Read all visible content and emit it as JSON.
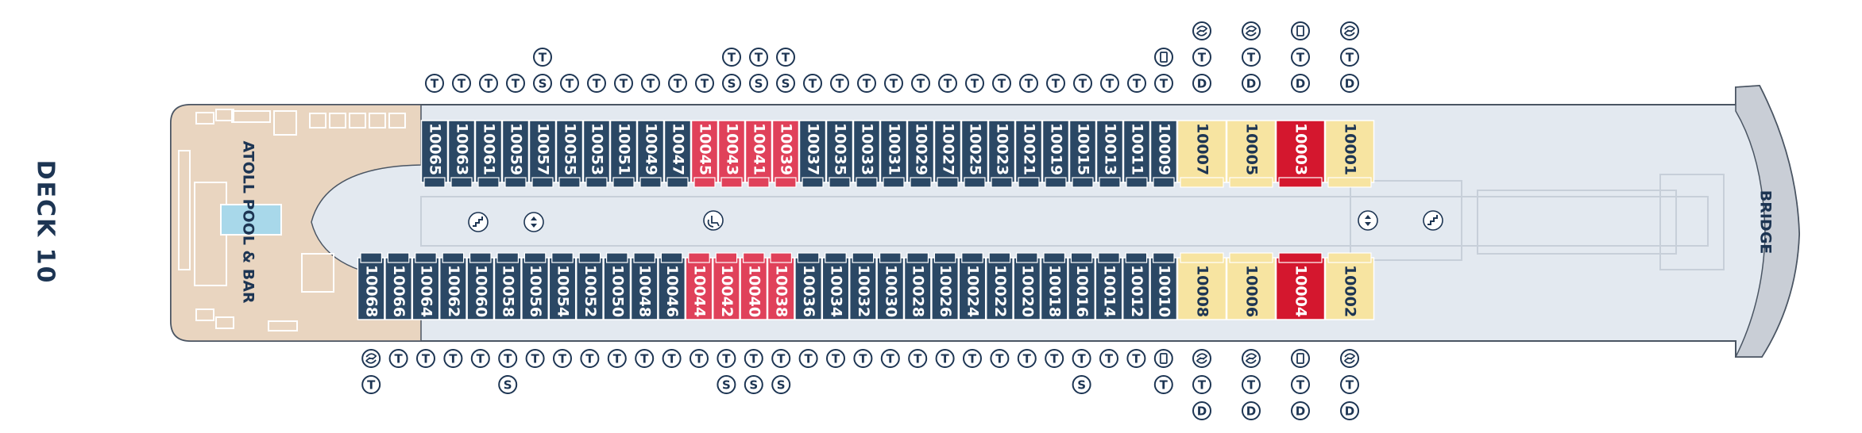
{
  "deck": {
    "title": "DECK 10"
  },
  "areas": {
    "pool": "ATOLL POOL & BAR",
    "bridge": "BRIDGE"
  },
  "colors": {
    "standard": "#2b4865",
    "red": "#e0415a",
    "deepred": "#d4172e",
    "yellow": "#f7e4a1",
    "corridor": "#e3e9f0",
    "deck_bg": "#e9d5c0",
    "outline": "#4a5563"
  },
  "legend_icons": {
    "T": "twin-beds-icon",
    "S": "sofa-bed-icon",
    "D": "double-bed-icon",
    "spiral": "bath-icon",
    "pillar": "shower-icon",
    "stairs": "stairs-icon",
    "lift": "lift-icon",
    "accessible": "accessible-icon"
  },
  "cabins": {
    "top": [
      {
        "num": "10065",
        "color": "standard",
        "syms": [
          "T"
        ]
      },
      {
        "num": "10063",
        "color": "standard",
        "syms": [
          "T"
        ]
      },
      {
        "num": "10061",
        "color": "standard",
        "syms": [
          "T"
        ]
      },
      {
        "num": "10059",
        "color": "standard",
        "syms": [
          "T"
        ]
      },
      {
        "num": "10057",
        "color": "standard",
        "syms": [
          "T",
          "S"
        ]
      },
      {
        "num": "10055",
        "color": "standard",
        "syms": [
          "T"
        ]
      },
      {
        "num": "10053",
        "color": "standard",
        "syms": [
          "T"
        ]
      },
      {
        "num": "10051",
        "color": "standard",
        "syms": [
          "T"
        ]
      },
      {
        "num": "10049",
        "color": "standard",
        "syms": [
          "T"
        ]
      },
      {
        "num": "10047",
        "color": "standard",
        "syms": [
          "T"
        ]
      },
      {
        "num": "10045",
        "color": "red",
        "syms": [
          "T"
        ]
      },
      {
        "num": "10043",
        "color": "red",
        "syms": [
          "T",
          "S"
        ]
      },
      {
        "num": "10041",
        "color": "red",
        "syms": [
          "T",
          "S"
        ]
      },
      {
        "num": "10039",
        "color": "red",
        "syms": [
          "T",
          "S"
        ]
      },
      {
        "num": "10037",
        "color": "standard",
        "syms": [
          "T"
        ]
      },
      {
        "num": "10035",
        "color": "standard",
        "syms": [
          "T"
        ]
      },
      {
        "num": "10033",
        "color": "standard",
        "syms": [
          "T"
        ]
      },
      {
        "num": "10031",
        "color": "standard",
        "syms": [
          "T"
        ]
      },
      {
        "num": "10029",
        "color": "standard",
        "syms": [
          "T"
        ]
      },
      {
        "num": "10027",
        "color": "standard",
        "syms": [
          "T"
        ]
      },
      {
        "num": "10025",
        "color": "standard",
        "syms": [
          "T"
        ]
      },
      {
        "num": "10023",
        "color": "standard",
        "syms": [
          "T"
        ]
      },
      {
        "num": "10021",
        "color": "standard",
        "syms": [
          "T"
        ]
      },
      {
        "num": "10019",
        "color": "standard",
        "syms": [
          "T"
        ]
      },
      {
        "num": "10015",
        "color": "standard",
        "syms": [
          "T"
        ]
      },
      {
        "num": "10013",
        "color": "standard",
        "syms": [
          "T"
        ]
      },
      {
        "num": "10011",
        "color": "standard",
        "syms": [
          "T"
        ]
      },
      {
        "num": "10009",
        "color": "standard",
        "syms": [
          "pillar",
          "T"
        ]
      },
      {
        "num": "10007",
        "color": "yellow",
        "syms": [
          "spiral",
          "T",
          "D"
        ]
      },
      {
        "num": "10005",
        "color": "yellow",
        "syms": [
          "spiral",
          "T",
          "D"
        ]
      },
      {
        "num": "10003",
        "color": "deepred",
        "syms": [
          "pillar",
          "T",
          "D"
        ]
      },
      {
        "num": "10001",
        "color": "yellow",
        "syms": [
          "spiral",
          "T",
          "D"
        ]
      }
    ],
    "bottom": [
      {
        "num": "10068",
        "color": "standard",
        "syms": [
          "spiral",
          "T"
        ]
      },
      {
        "num": "10066",
        "color": "standard",
        "syms": [
          "T"
        ]
      },
      {
        "num": "10064",
        "color": "standard",
        "syms": [
          "T"
        ]
      },
      {
        "num": "10062",
        "color": "standard",
        "syms": [
          "T"
        ]
      },
      {
        "num": "10060",
        "color": "standard",
        "syms": [
          "T"
        ]
      },
      {
        "num": "10058",
        "color": "standard",
        "syms": [
          "T",
          "S"
        ]
      },
      {
        "num": "10056",
        "color": "standard",
        "syms": [
          "T"
        ]
      },
      {
        "num": "10054",
        "color": "standard",
        "syms": [
          "T"
        ]
      },
      {
        "num": "10052",
        "color": "standard",
        "syms": [
          "T"
        ]
      },
      {
        "num": "10050",
        "color": "standard",
        "syms": [
          "T"
        ]
      },
      {
        "num": "10048",
        "color": "standard",
        "syms": [
          "T"
        ]
      },
      {
        "num": "10046",
        "color": "standard",
        "syms": [
          "T"
        ]
      },
      {
        "num": "10044",
        "color": "red",
        "syms": [
          "T"
        ]
      },
      {
        "num": "10042",
        "color": "red",
        "syms": [
          "T",
          "S"
        ]
      },
      {
        "num": "10040",
        "color": "red",
        "syms": [
          "T",
          "S"
        ]
      },
      {
        "num": "10038",
        "color": "red",
        "syms": [
          "T",
          "S"
        ]
      },
      {
        "num": "10036",
        "color": "standard",
        "syms": [
          "T"
        ]
      },
      {
        "num": "10034",
        "color": "standard",
        "syms": [
          "T"
        ]
      },
      {
        "num": "10032",
        "color": "standard",
        "syms": [
          "T"
        ]
      },
      {
        "num": "10030",
        "color": "standard",
        "syms": [
          "T"
        ]
      },
      {
        "num": "10028",
        "color": "standard",
        "syms": [
          "T"
        ]
      },
      {
        "num": "10026",
        "color": "standard",
        "syms": [
          "T"
        ]
      },
      {
        "num": "10024",
        "color": "standard",
        "syms": [
          "T"
        ]
      },
      {
        "num": "10022",
        "color": "standard",
        "syms": [
          "T"
        ]
      },
      {
        "num": "10020",
        "color": "standard",
        "syms": [
          "T"
        ]
      },
      {
        "num": "10018",
        "color": "standard",
        "syms": [
          "T"
        ]
      },
      {
        "num": "10016",
        "color": "standard",
        "syms": [
          "T",
          "S"
        ]
      },
      {
        "num": "10014",
        "color": "standard",
        "syms": [
          "T"
        ]
      },
      {
        "num": "10012",
        "color": "standard",
        "syms": [
          "T"
        ]
      },
      {
        "num": "10010",
        "color": "standard",
        "syms": [
          "pillar",
          "T"
        ]
      },
      {
        "num": "10008",
        "color": "yellow",
        "syms": [
          "spiral",
          "T",
          "D"
        ]
      },
      {
        "num": "10006",
        "color": "yellow",
        "syms": [
          "spiral",
          "T",
          "D"
        ]
      },
      {
        "num": "10004",
        "color": "deepred",
        "syms": [
          "pillar",
          "T",
          "D"
        ]
      },
      {
        "num": "10002",
        "color": "yellow",
        "syms": [
          "spiral",
          "T",
          "D"
        ]
      }
    ]
  }
}
